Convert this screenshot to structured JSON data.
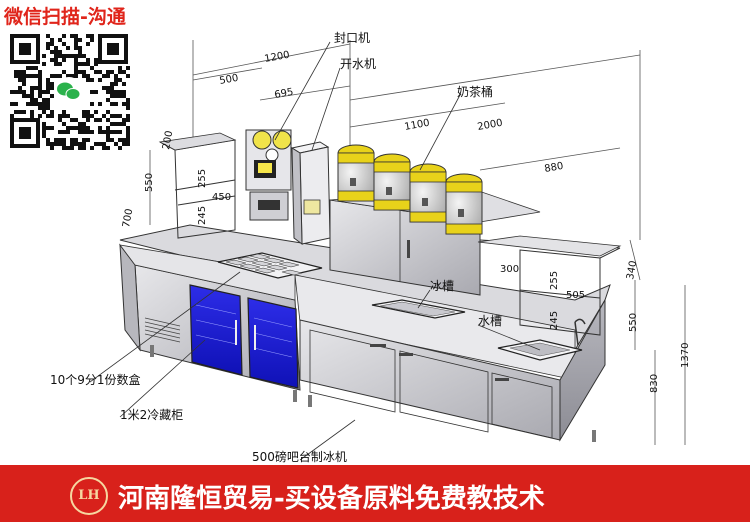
{
  "header": {
    "wechat_label": "微信扫描-沟通"
  },
  "diagram": {
    "callouts": {
      "sealer": "封口机",
      "water_dispenser": "开水机",
      "tea_bucket": "奶茶桶",
      "ice_tank": "冰槽",
      "sink": "水槽",
      "pan_box": "10个9分1份数盒",
      "fridge": "1米2冷藏柜",
      "ice_maker": "500磅吧台制冰机"
    },
    "dimensions": {
      "d1200": "1200",
      "d500": "500",
      "d695": "695",
      "d1100": "1100",
      "d2000": "2000",
      "d880": "880",
      "d200": "200",
      "d550": "550",
      "d255": "255",
      "d450": "450",
      "d245": "245",
      "d700": "700",
      "d300": "300",
      "d340": "340",
      "d255b": "255",
      "d505": "505",
      "d245b": "245",
      "d550b": "550",
      "d830": "830",
      "d1370": "1370"
    }
  },
  "banner": {
    "logo_text": "LH",
    "text": "河南隆恒贸易-买设备原料免费教技术"
  },
  "colors": {
    "banner_red": "#d8211b",
    "accent_yellow": "#e8d21a",
    "fridge_blue": "#1b1fd6",
    "steel": "#c9c9cf"
  }
}
